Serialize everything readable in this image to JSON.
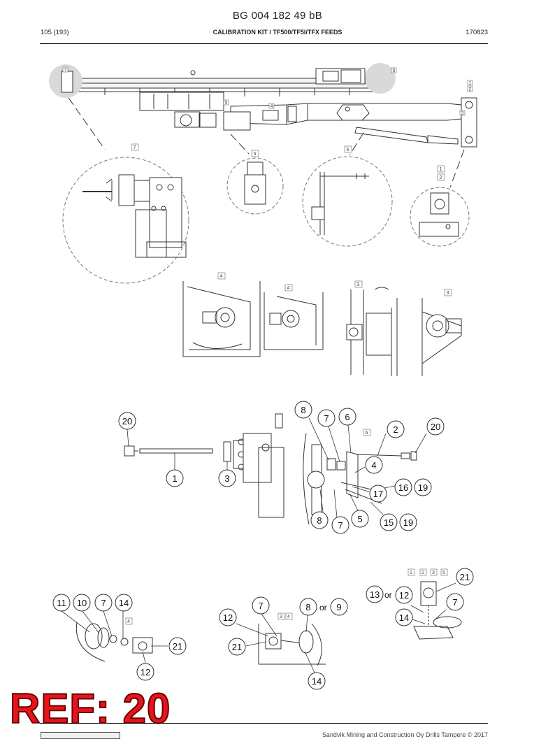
{
  "header": {
    "doc_number": "BG 004 182 49 bB",
    "page": "105 (193)",
    "title": "CALIBRATION KIT / TF500/TF5I/TFX FEEDS",
    "date": "170823"
  },
  "stamp": "REF: 20",
  "footer": {
    "copyright": "Sandvik Mining and Construction Oy Drills Tampere © 2017"
  },
  "overview_boxes": [
    "1",
    "2",
    "3",
    "4",
    "5",
    "6",
    "7"
  ],
  "detail_boxes": {
    "d7": "7",
    "d5": "5",
    "d6": "6",
    "d12a": "1",
    "d12b": "2"
  },
  "mount_boxes": {
    "m4a": "4",
    "m4b": "4",
    "m3a": "3",
    "m3b": "3"
  },
  "exploded": {
    "left": [
      "20",
      "1",
      "3"
    ],
    "right": [
      "8",
      "7",
      "6",
      "2",
      "20",
      "4",
      "16",
      "19",
      "17",
      "5",
      "15",
      "19",
      "8",
      "7"
    ],
    "box6": "6"
  },
  "bottom": {
    "left": [
      "11",
      "10",
      "7",
      "14",
      "21",
      "12"
    ],
    "left_box": "4",
    "middle": [
      "7",
      "8",
      "9",
      "12",
      "21",
      "14"
    ],
    "middle_or": "or",
    "middle_boxes": [
      "3",
      "4"
    ],
    "right": [
      "21",
      "13",
      "12",
      "7",
      "14"
    ],
    "right_or": "or",
    "right_boxes": [
      "1",
      "2",
      "3",
      "5"
    ]
  }
}
